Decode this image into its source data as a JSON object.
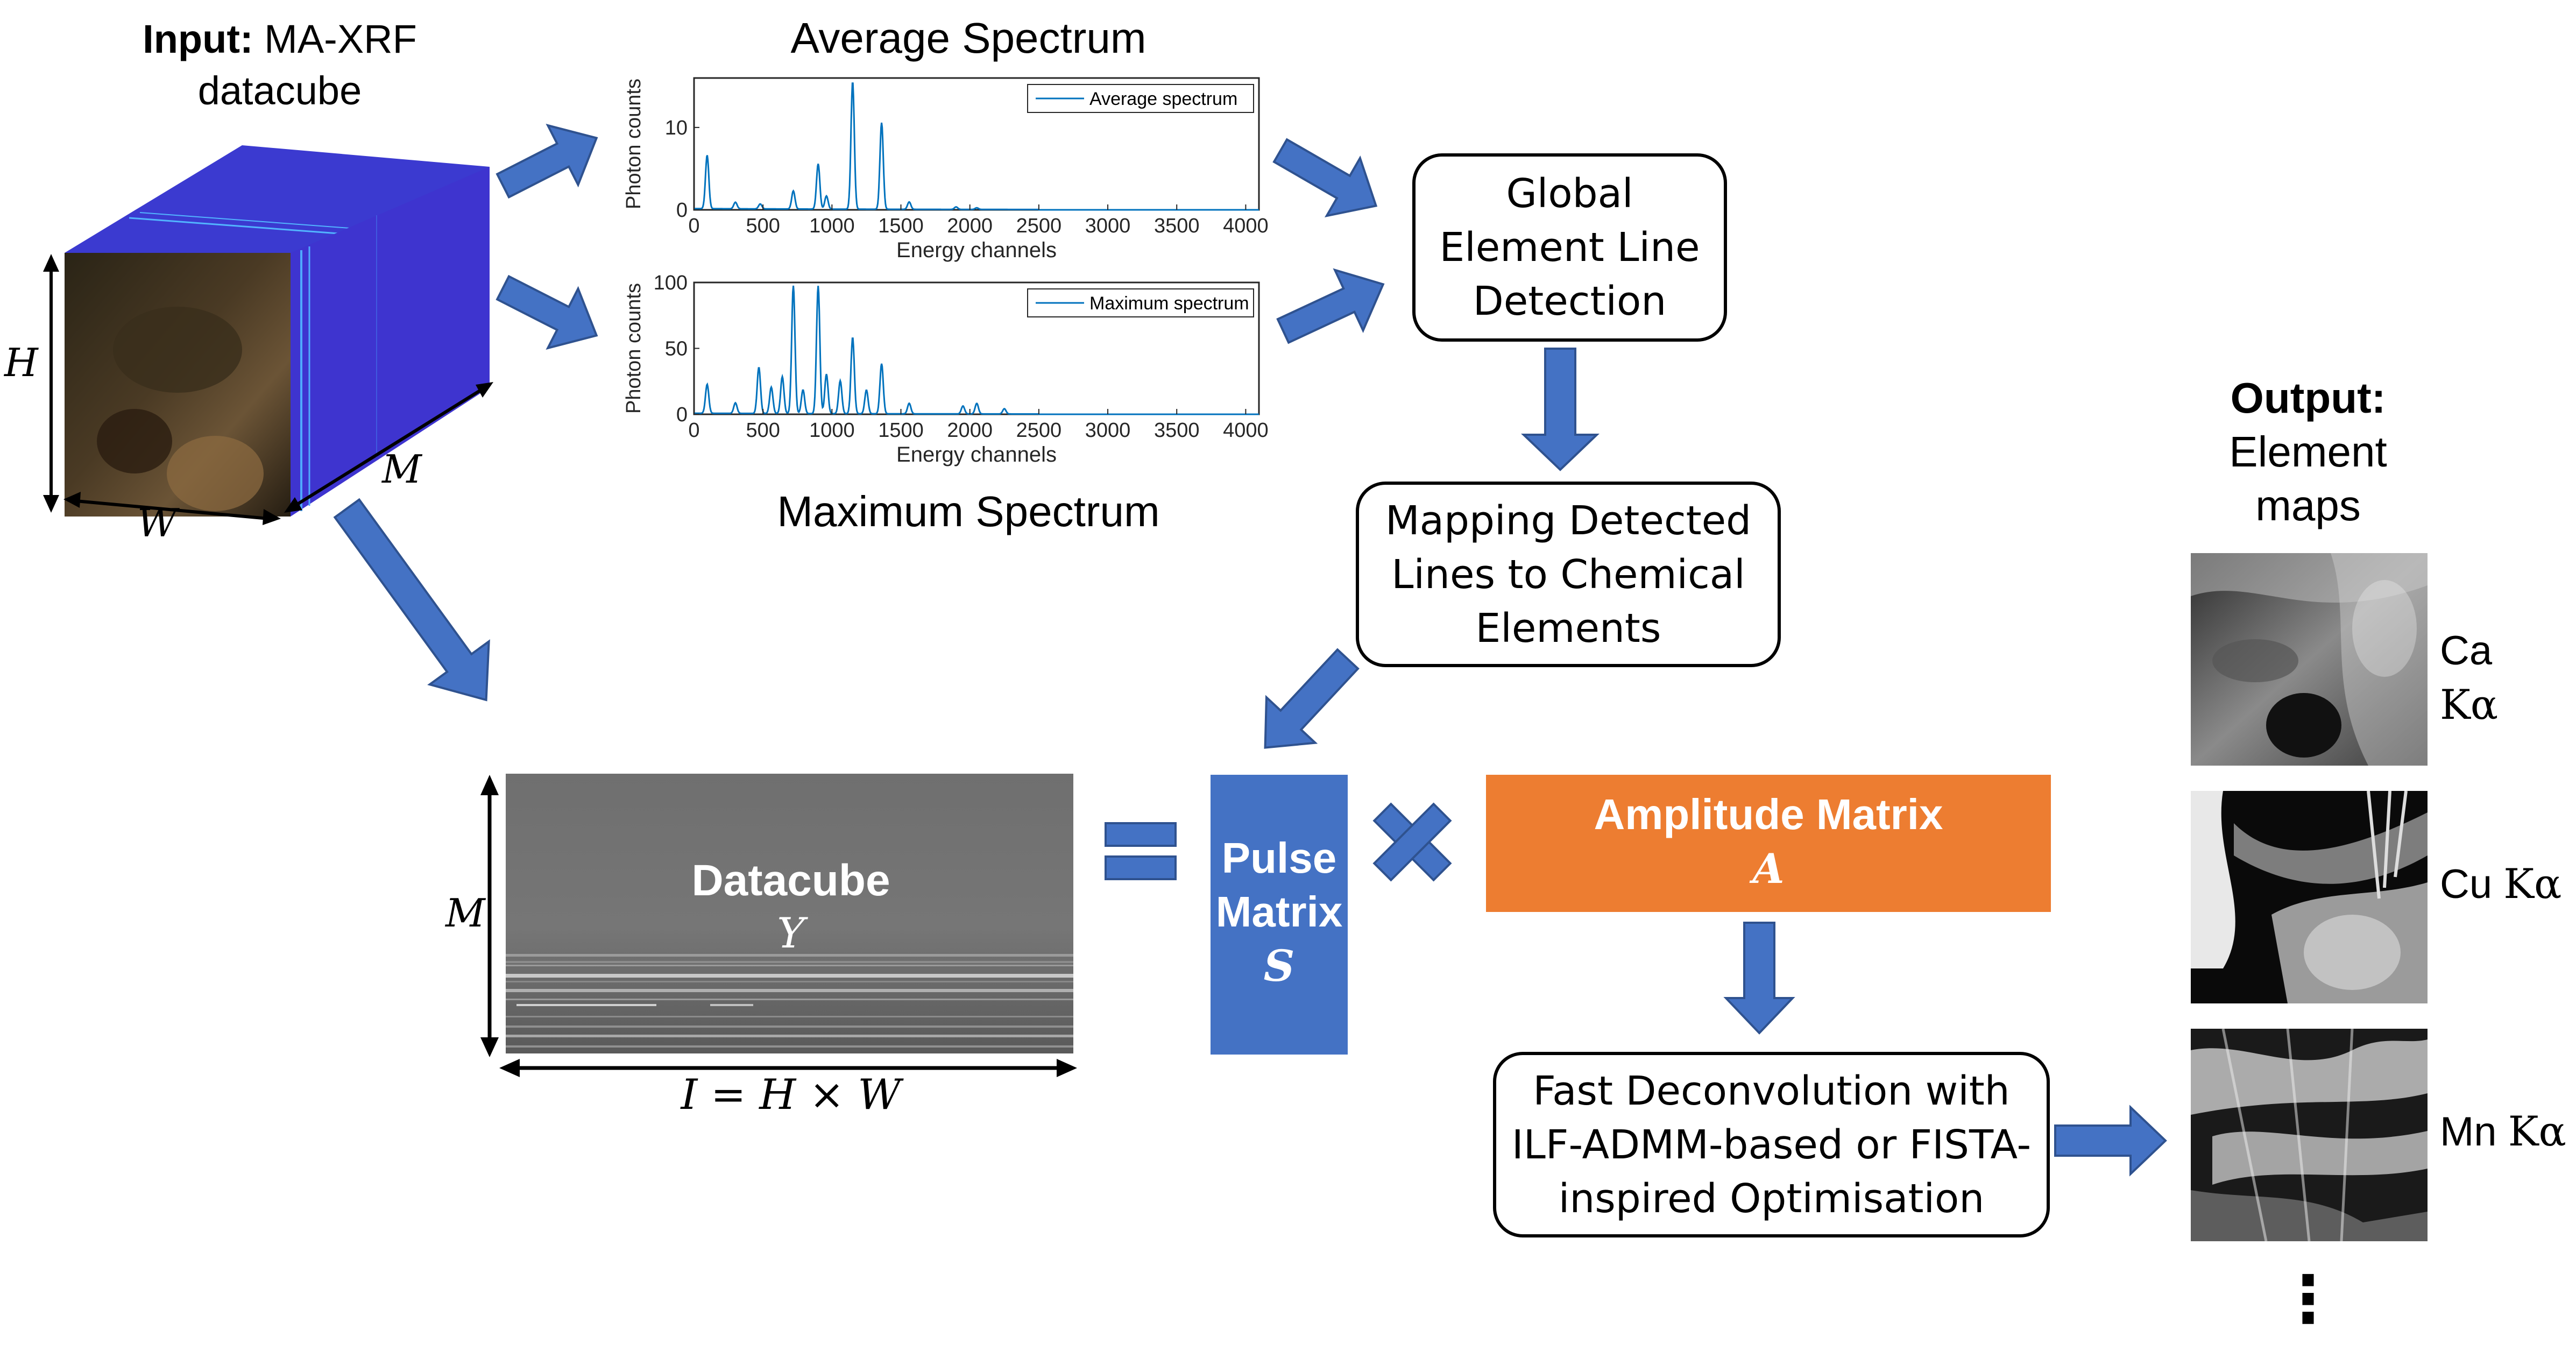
{
  "input": {
    "label_bold": "Input:",
    "label_rest": " MA-XRF",
    "label_line2": "datacube",
    "dim_h": "H",
    "dim_w": "W",
    "dim_m": "M"
  },
  "avg_title": "Average Spectrum",
  "max_title": "Maximum Spectrum",
  "chart_data": [
    {
      "type": "line",
      "legend": "Average spectrum",
      "legend_position": "top-right",
      "ylabel": "Photon counts",
      "xlabel": "Energy channels",
      "xlim": [
        0,
        4096
      ],
      "ylim": [
        0,
        16
      ],
      "xticks": [
        0,
        500,
        1000,
        1500,
        2000,
        2500,
        3000,
        3500,
        4000
      ],
      "yticks": [
        0,
        10
      ],
      "color": "#0072bd",
      "peaks": [
        {
          "x": 95,
          "y": 6.5
        },
        {
          "x": 300,
          "y": 0.8
        },
        {
          "x": 480,
          "y": 0.6
        },
        {
          "x": 720,
          "y": 2.2
        },
        {
          "x": 900,
          "y": 5.5
        },
        {
          "x": 960,
          "y": 1.6
        },
        {
          "x": 1150,
          "y": 15.5
        },
        {
          "x": 1360,
          "y": 10.5
        },
        {
          "x": 1560,
          "y": 0.9
        },
        {
          "x": 1900,
          "y": 0.3
        },
        {
          "x": 2050,
          "y": 0.2
        }
      ]
    },
    {
      "type": "line",
      "legend": "Maximum spectrum",
      "legend_position": "top-right",
      "ylabel": "Photon counts",
      "xlabel": "Energy channels",
      "xlim": [
        0,
        4096
      ],
      "ylim": [
        0,
        100
      ],
      "xticks": [
        0,
        500,
        1000,
        1500,
        2000,
        2500,
        3000,
        3500,
        4000
      ],
      "yticks": [
        0,
        50,
        100
      ],
      "color": "#0072bd",
      "peaks": [
        {
          "x": 95,
          "y": 22
        },
        {
          "x": 300,
          "y": 8
        },
        {
          "x": 470,
          "y": 35
        },
        {
          "x": 560,
          "y": 20
        },
        {
          "x": 640,
          "y": 28
        },
        {
          "x": 720,
          "y": 97
        },
        {
          "x": 790,
          "y": 18
        },
        {
          "x": 900,
          "y": 97
        },
        {
          "x": 960,
          "y": 30
        },
        {
          "x": 1060,
          "y": 25
        },
        {
          "x": 1150,
          "y": 58
        },
        {
          "x": 1250,
          "y": 18
        },
        {
          "x": 1360,
          "y": 38
        },
        {
          "x": 1560,
          "y": 8
        },
        {
          "x": 1950,
          "y": 6
        },
        {
          "x": 2050,
          "y": 8
        },
        {
          "x": 2250,
          "y": 4
        }
      ]
    }
  ],
  "boxes": {
    "global": "Global\nElement Line\nDetection",
    "mapping": "Mapping Detected\nLines to Chemical\nElements",
    "fast": "Fast Deconvolution with\nILF-ADMM-based or FISTA-\ninspired Optimisation"
  },
  "datacube": {
    "title": "Datacube",
    "symbol": "Y",
    "dim_m": "M",
    "dim_i": "I = H × W"
  },
  "pulse": {
    "line1": "Pulse",
    "line2": "Matrix",
    "symbol": "S"
  },
  "amplitude": {
    "title": "Amplitude Matrix",
    "symbol": "A"
  },
  "output": {
    "line1": "Output:",
    "line2": "Element",
    "line3": "maps",
    "maps": [
      {
        "element": "Ca",
        "line": "Kα"
      },
      {
        "element": "Cu",
        "line": "Kα"
      },
      {
        "element": "Mn",
        "line": "Kα"
      }
    ],
    "ellipsis": "⋮"
  },
  "colors": {
    "arrow": "#4472c4",
    "pulse_bg": "#4472c4",
    "amplitude_bg": "#ed7d31",
    "cube_face": "#3d35d6",
    "spectrum_line": "#0072bd"
  }
}
